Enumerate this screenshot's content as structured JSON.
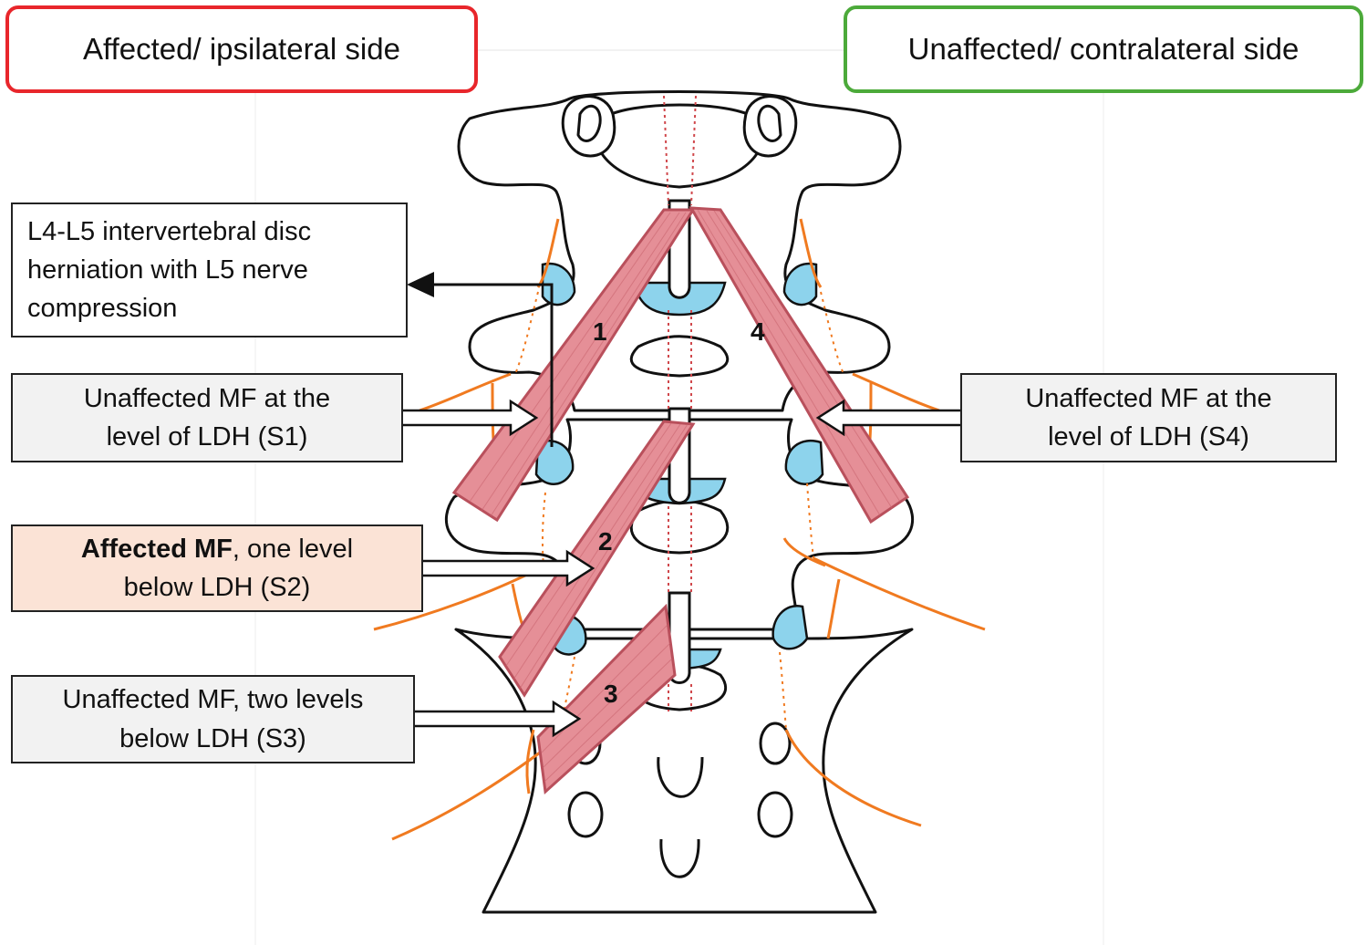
{
  "colors": {
    "affected_border": "#e8262b",
    "unaffected_border": "#4caa3a",
    "muscle_fill": "#e58f97",
    "muscle_stroke": "#b9505c",
    "nerve": "#f07a20",
    "disc": "#8dd3ec",
    "affected_box_fill": "#fbe3d6",
    "neutral_box_fill": "#f2f2f2"
  },
  "headers": {
    "affected": "Affected/ ipsilateral side",
    "unaffected": "Unaffected/ contralateral side"
  },
  "labels": {
    "herniation": {
      "line1": "L4-L5 intervertebral disc",
      "line2": "herniation with L5 nerve",
      "line3": "compression"
    },
    "s1": {
      "line1": "Unaffected MF at the",
      "line2": "level of LDH (S1)"
    },
    "s2": {
      "bold": "Affected MF",
      "rest": ", one level",
      "line2": "below LDH (S2)"
    },
    "s3": {
      "line1": "Unaffected MF, two levels",
      "line2": "below LDH (S3)"
    },
    "s4": {
      "line1": "Unaffected MF at the",
      "line2": "level of LDH (S4)"
    }
  },
  "muscle_numbers": [
    "1",
    "2",
    "3",
    "4"
  ]
}
